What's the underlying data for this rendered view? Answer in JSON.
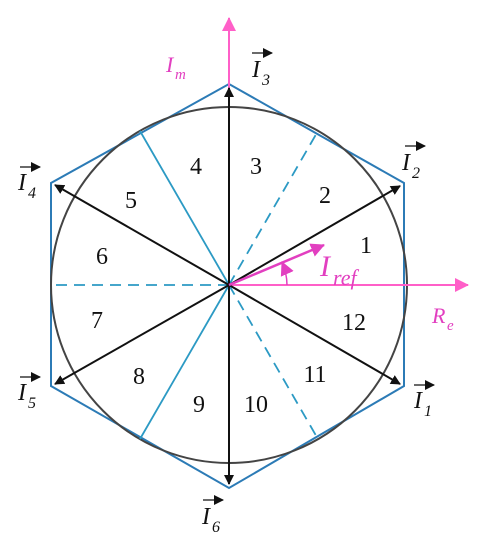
{
  "colors": {
    "hexagon": "#2c7bb6",
    "sector_lines": "#2c9ac4",
    "circle": "#444444",
    "vectors": "#111111",
    "axes": "#ff5fc8",
    "reference": "#e23fc0",
    "text": "#111111"
  },
  "axes": {
    "real_label": "R",
    "real_sub": "e",
    "imag_label": "I",
    "imag_sub": "m"
  },
  "vectors": [
    {
      "name": "I",
      "sub": "1"
    },
    {
      "name": "I",
      "sub": "2"
    },
    {
      "name": "I",
      "sub": "3"
    },
    {
      "name": "I",
      "sub": "4"
    },
    {
      "name": "I",
      "sub": "5"
    },
    {
      "name": "I",
      "sub": "6"
    }
  ],
  "reference": {
    "label": "I",
    "sub": "ref"
  },
  "sectors": [
    "1",
    "2",
    "3",
    "4",
    "5",
    "6",
    "7",
    "8",
    "9",
    "10",
    "11",
    "12"
  ]
}
